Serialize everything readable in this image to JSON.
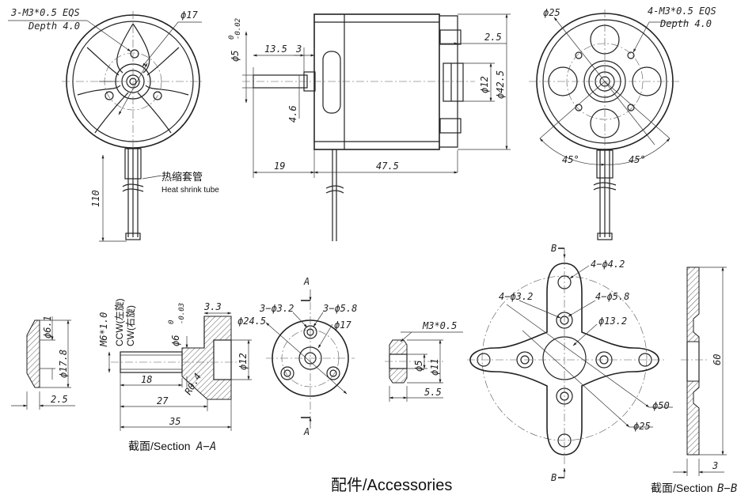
{
  "views": {
    "front": {
      "thread_note_1": "3-M3*0.5 EQS",
      "thread_note_2": "Depth 4.0",
      "dia_17": "ϕ17",
      "tube_label_cn": "热缩套管",
      "tube_label_en": "Heat shrink tube",
      "lead_110": "110"
    },
    "side": {
      "shaft_dia": "ϕ5",
      "shaft_tol_upper": "0",
      "shaft_tol_lower": "-0.02",
      "d_13_5": "13.5",
      "d_3": "3",
      "d_2_5": "2.5",
      "d_4_6": "4.6",
      "d_19": "19",
      "d_47_5": "47.5",
      "dia_12": "ϕ12",
      "dia_42_5": "ϕ42.5"
    },
    "rear": {
      "dia_25": "ϕ25",
      "thread_note_1": "4-M3*0.5 EQS",
      "thread_note_2": "Depth 4.0",
      "angle_1": "45°",
      "angle_2": "45°"
    },
    "accessories": {
      "title": "配件/Accessories",
      "cap": {
        "dia_6_1": "ϕ6.1",
        "dia_17_8": "ϕ17.8",
        "d_2_5": "2.5"
      },
      "prop_adapter": {
        "thread": "M6*1.0",
        "ccw": "CCW(左旋)",
        "cw": "CW(右旋)",
        "dia_6": "ϕ6",
        "dia_6_tol_upper": "0",
        "dia_6_tol_lower": "-0.03",
        "d_3_3": "3.3",
        "dia_12": "ϕ12",
        "d_18": "18",
        "d_27": "27",
        "d_35": "35",
        "r_0_4": "R0.4",
        "section_label": "截面/Section",
        "section_letter": "A−A"
      },
      "adapter_face": {
        "a_top": "A",
        "a_bottom": "A",
        "holes_3_2": "3−ϕ3.2",
        "holes_5_8": "3−ϕ5.8",
        "dia_24_5": "ϕ24.5",
        "dia_17": "ϕ17"
      },
      "nut": {
        "thread": "M3*0.5",
        "dia_5": "ϕ5",
        "dia_11": "ϕ11",
        "d_5_5": "5.5"
      },
      "x_mount": {
        "b_top": "B",
        "b_bottom": "B",
        "holes_4_2": "4−ϕ4.2",
        "holes_3_2": "4−ϕ3.2",
        "holes_5_8": "4−ϕ5.8",
        "dia_13_2": "ϕ13.2",
        "dia_50": "ϕ50",
        "dia_25": "ϕ25"
      },
      "mount_section": {
        "d_60": "60",
        "d_3": "3",
        "section_label": "截面/Section",
        "section_letter": "B−B"
      }
    }
  }
}
